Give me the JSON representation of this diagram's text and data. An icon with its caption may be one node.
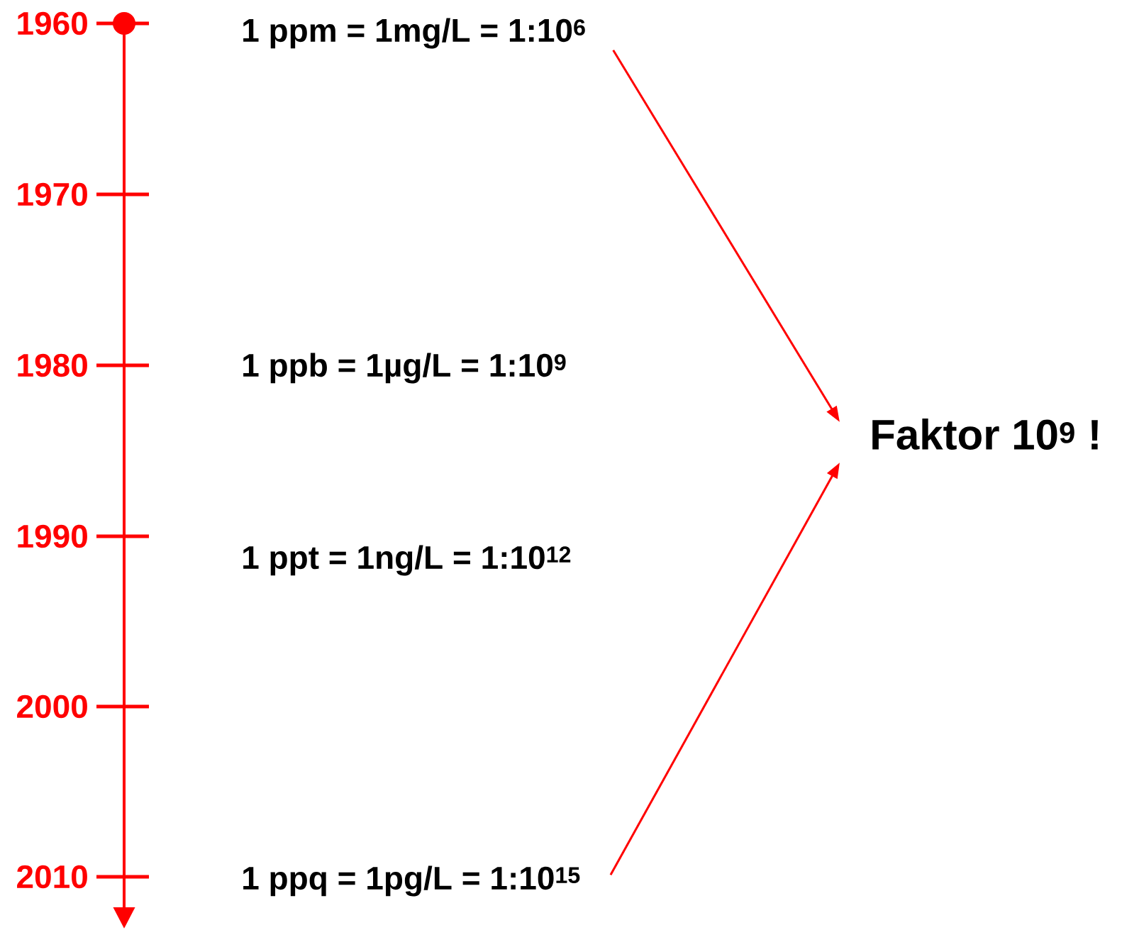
{
  "diagram": {
    "nodes": [
      {
        "text": [
          "1 ppm = 1mg/L = 1:10$^{6}$"
        ]
      },
      {
        "text": [
          "1 ppb = 1µg/L = 1:10$^{9}$"
        ]
      },
      {
        "text": [
          "1 ppt = 1ng/L = 1:10$^{12}$"
        ]
      },
      {
        "text": [
          "1 ppq = 1pg/L = 1:10$^{15}$"
        ]
      },
      {
        "text": [
          "Faktor 10$^{9}$ !"
        ]
      }
    ],
    "edges": [
      {
        "from": 0,
        "to": 4,
        "arrow": "to"
      },
      {
        "from": 3,
        "to": 4,
        "arrow": "to"
      }
    ],
    "labels": [
      "1960",
      "1970",
      "1980",
      "1990",
      "2000",
      "2010"
    ]
  }
}
